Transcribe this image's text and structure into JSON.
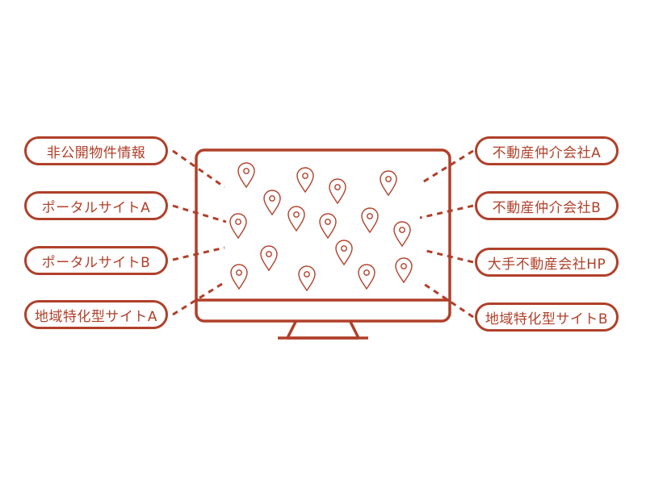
{
  "accent_color": "#b0402a",
  "left_labels": [
    {
      "text": "非公開物件情報"
    },
    {
      "text": "ポータルサイトA"
    },
    {
      "text": "ポータルサイトB"
    },
    {
      "text": "地域特化型サイトA"
    }
  ],
  "right_labels": [
    {
      "text": "不動産仲介会社A"
    },
    {
      "text": "不動産仲介会社B"
    },
    {
      "text": "大手不動産会社HP"
    },
    {
      "text": "地域特化型サイトB"
    }
  ],
  "icons": {
    "monitor": "monitor-icon",
    "pin": "map-pin-icon"
  }
}
